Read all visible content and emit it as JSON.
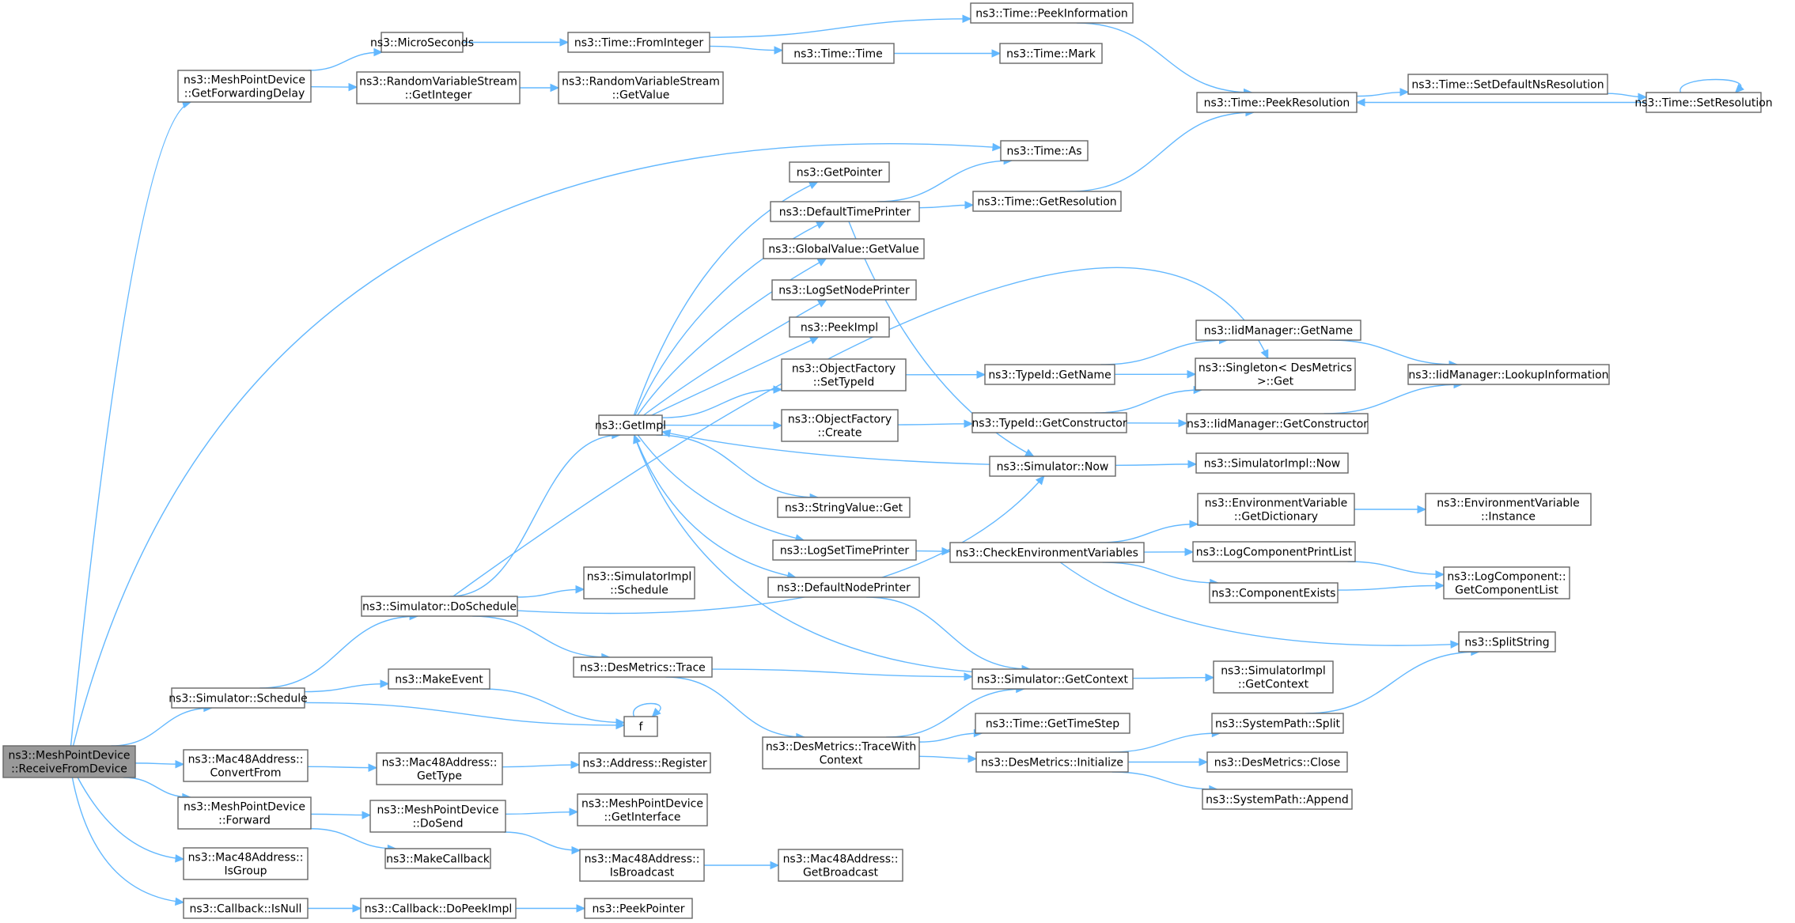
{
  "graph": {
    "colors": {
      "edge": "#63b8ff",
      "node_border": "#666666",
      "node_fill": "#ffffff",
      "root_fill": "#999999"
    },
    "nodes": [
      {
        "id": "n0",
        "lines": [
          "ns3::MeshPointDevice",
          "::ReceiveFromDevice"
        ],
        "root": true
      },
      {
        "id": "n1",
        "lines": [
          "ns3::MeshPointDevice",
          "::GetForwardingDelay"
        ]
      },
      {
        "id": "n2",
        "lines": [
          "ns3::MicroSeconds"
        ]
      },
      {
        "id": "n3",
        "lines": [
          "ns3::Time::FromInteger"
        ]
      },
      {
        "id": "n4",
        "lines": [
          "ns3::Time::PeekInformation"
        ]
      },
      {
        "id": "n5",
        "lines": [
          "ns3::Time::Time"
        ]
      },
      {
        "id": "n6",
        "lines": [
          "ns3::Time::Mark"
        ]
      },
      {
        "id": "n7",
        "lines": [
          "ns3::Time::PeekResolution"
        ]
      },
      {
        "id": "n8",
        "lines": [
          "ns3::Time::SetDefaultNsResolution"
        ]
      },
      {
        "id": "n9",
        "lines": [
          "ns3::Time::SetResolution"
        ]
      },
      {
        "id": "n10",
        "lines": [
          "ns3::RandomVariableStream",
          "::GetInteger"
        ]
      },
      {
        "id": "n11",
        "lines": [
          "ns3::RandomVariableStream",
          "::GetValue"
        ]
      },
      {
        "id": "n12",
        "lines": [
          "ns3::Time::As"
        ]
      },
      {
        "id": "n13",
        "lines": [
          "ns3::GetPointer"
        ]
      },
      {
        "id": "n14",
        "lines": [
          "ns3::DefaultTimePrinter"
        ]
      },
      {
        "id": "n15",
        "lines": [
          "ns3::Time::GetResolution"
        ]
      },
      {
        "id": "n16",
        "lines": [
          "ns3::GlobalValue::GetValue"
        ]
      },
      {
        "id": "n17",
        "lines": [
          "ns3::LogSetNodePrinter"
        ]
      },
      {
        "id": "n18",
        "lines": [
          "ns3::PeekImpl"
        ]
      },
      {
        "id": "n19",
        "lines": [
          "ns3::ObjectFactory",
          "::SetTypeId"
        ]
      },
      {
        "id": "n20",
        "lines": [
          "ns3::TypeId::GetName"
        ]
      },
      {
        "id": "n21",
        "lines": [
          "ns3::IidManager::GetName"
        ]
      },
      {
        "id": "n22",
        "lines": [
          "ns3::Singleton< DesMetrics",
          ">::Get"
        ]
      },
      {
        "id": "n23",
        "lines": [
          "ns3::IidManager::LookupInformation"
        ]
      },
      {
        "id": "n24",
        "lines": [
          "ns3::GetImpl"
        ]
      },
      {
        "id": "n25",
        "lines": [
          "ns3::ObjectFactory",
          "::Create"
        ]
      },
      {
        "id": "n26",
        "lines": [
          "ns3::TypeId::GetConstructor"
        ]
      },
      {
        "id": "n27",
        "lines": [
          "ns3::IidManager::GetConstructor"
        ]
      },
      {
        "id": "n28",
        "lines": [
          "ns3::Simulator::Now"
        ]
      },
      {
        "id": "n29",
        "lines": [
          "ns3::SimulatorImpl::Now"
        ]
      },
      {
        "id": "n30",
        "lines": [
          "ns3::StringValue::Get"
        ]
      },
      {
        "id": "n31",
        "lines": [
          "ns3::EnvironmentVariable",
          "::GetDictionary"
        ]
      },
      {
        "id": "n32",
        "lines": [
          "ns3::EnvironmentVariable",
          "::Instance"
        ]
      },
      {
        "id": "n33",
        "lines": [
          "ns3::LogSetTimePrinter"
        ]
      },
      {
        "id": "n34",
        "lines": [
          "ns3::CheckEnvironmentVariables"
        ]
      },
      {
        "id": "n35",
        "lines": [
          "ns3::LogComponentPrintList"
        ]
      },
      {
        "id": "n36",
        "lines": [
          "ns3::LogComponent::",
          "GetComponentList"
        ]
      },
      {
        "id": "n37",
        "lines": [
          "ns3::ComponentExists"
        ]
      },
      {
        "id": "n38",
        "lines": [
          "ns3::DefaultNodePrinter"
        ]
      },
      {
        "id": "n39",
        "lines": [
          "ns3::Simulator::DoSchedule"
        ]
      },
      {
        "id": "n40",
        "lines": [
          "ns3::SimulatorImpl",
          "::Schedule"
        ]
      },
      {
        "id": "n41",
        "lines": [
          "ns3::SplitString"
        ]
      },
      {
        "id": "n42",
        "lines": [
          "ns3::DesMetrics::Trace"
        ]
      },
      {
        "id": "n43",
        "lines": [
          "ns3::Simulator::GetContext"
        ]
      },
      {
        "id": "n44",
        "lines": [
          "ns3::SimulatorImpl",
          "::GetContext"
        ]
      },
      {
        "id": "n45",
        "lines": [
          "ns3::Simulator::Schedule"
        ]
      },
      {
        "id": "n46",
        "lines": [
          "ns3::MakeEvent"
        ]
      },
      {
        "id": "n47",
        "lines": [
          "f"
        ]
      },
      {
        "id": "n48",
        "lines": [
          "ns3::SystemPath::Split"
        ]
      },
      {
        "id": "n49",
        "lines": [
          "ns3::Time::GetTimeStep"
        ]
      },
      {
        "id": "n50",
        "lines": [
          "ns3::DesMetrics::TraceWith",
          "Context"
        ]
      },
      {
        "id": "n51",
        "lines": [
          "ns3::DesMetrics::Initialize"
        ]
      },
      {
        "id": "n52",
        "lines": [
          "ns3::DesMetrics::Close"
        ]
      },
      {
        "id": "n53",
        "lines": [
          "ns3::Mac48Address::",
          "ConvertFrom"
        ]
      },
      {
        "id": "n54",
        "lines": [
          "ns3::Mac48Address::",
          "GetType"
        ]
      },
      {
        "id": "n55",
        "lines": [
          "ns3::Address::Register"
        ]
      },
      {
        "id": "n56",
        "lines": [
          "ns3::SystemPath::Append"
        ]
      },
      {
        "id": "n57",
        "lines": [
          "ns3::MeshPointDevice",
          "::Forward"
        ]
      },
      {
        "id": "n58",
        "lines": [
          "ns3::MeshPointDevice",
          "::DoSend"
        ]
      },
      {
        "id": "n59",
        "lines": [
          "ns3::MeshPointDevice",
          "::GetInterface"
        ]
      },
      {
        "id": "n60",
        "lines": [
          "ns3::MakeCallback"
        ]
      },
      {
        "id": "n61",
        "lines": [
          "ns3::Mac48Address::",
          "IsBroadcast"
        ]
      },
      {
        "id": "n62",
        "lines": [
          "ns3::Mac48Address::",
          "GetBroadcast"
        ]
      },
      {
        "id": "n63",
        "lines": [
          "ns3::Mac48Address::",
          "IsGroup"
        ]
      },
      {
        "id": "n64",
        "lines": [
          "ns3::Callback::IsNull"
        ]
      },
      {
        "id": "n65",
        "lines": [
          "ns3::Callback::DoPeekImpl"
        ]
      },
      {
        "id": "n66",
        "lines": [
          "ns3::PeekPointer"
        ]
      }
    ],
    "edges": [
      [
        "n0",
        "n1"
      ],
      [
        "n0",
        "n12"
      ],
      [
        "n0",
        "n45"
      ],
      [
        "n0",
        "n53"
      ],
      [
        "n0",
        "n57"
      ],
      [
        "n0",
        "n63"
      ],
      [
        "n0",
        "n64"
      ],
      [
        "n1",
        "n2"
      ],
      [
        "n1",
        "n10"
      ],
      [
        "n2",
        "n3"
      ],
      [
        "n3",
        "n4"
      ],
      [
        "n3",
        "n5"
      ],
      [
        "n5",
        "n6"
      ],
      [
        "n4",
        "n7"
      ],
      [
        "n7",
        "n8"
      ],
      [
        "n8",
        "n9"
      ],
      [
        "n9",
        "n7"
      ],
      [
        "n9",
        "n9"
      ],
      [
        "n10",
        "n11"
      ],
      [
        "n14",
        "n12"
      ],
      [
        "n14",
        "n15"
      ],
      [
        "n14",
        "n28"
      ],
      [
        "n15",
        "n7"
      ],
      [
        "n24",
        "n13"
      ],
      [
        "n24",
        "n14"
      ],
      [
        "n24",
        "n16"
      ],
      [
        "n24",
        "n17"
      ],
      [
        "n24",
        "n18"
      ],
      [
        "n24",
        "n19"
      ],
      [
        "n24",
        "n25"
      ],
      [
        "n24",
        "n30"
      ],
      [
        "n24",
        "n33"
      ],
      [
        "n24",
        "n38"
      ],
      [
        "n19",
        "n20"
      ],
      [
        "n20",
        "n21"
      ],
      [
        "n20",
        "n22"
      ],
      [
        "n21",
        "n23"
      ],
      [
        "n25",
        "n26"
      ],
      [
        "n26",
        "n22"
      ],
      [
        "n26",
        "n27"
      ],
      [
        "n27",
        "n23"
      ],
      [
        "n28",
        "n24"
      ],
      [
        "n28",
        "n29"
      ],
      [
        "n33",
        "n34"
      ],
      [
        "n34",
        "n31"
      ],
      [
        "n34",
        "n35"
      ],
      [
        "n34",
        "n37"
      ],
      [
        "n34",
        "n41"
      ],
      [
        "n31",
        "n32"
      ],
      [
        "n35",
        "n36"
      ],
      [
        "n37",
        "n36"
      ],
      [
        "n38",
        "n43"
      ],
      [
        "n39",
        "n22"
      ],
      [
        "n39",
        "n24"
      ],
      [
        "n39",
        "n40"
      ],
      [
        "n39",
        "n28"
      ],
      [
        "n39",
        "n42"
      ],
      [
        "n42",
        "n43"
      ],
      [
        "n42",
        "n50"
      ],
      [
        "n43",
        "n24"
      ],
      [
        "n43",
        "n44"
      ],
      [
        "n45",
        "n39"
      ],
      [
        "n45",
        "n46"
      ],
      [
        "n45",
        "n47"
      ],
      [
        "n46",
        "n47"
      ],
      [
        "n47",
        "n47"
      ],
      [
        "n50",
        "n43"
      ],
      [
        "n50",
        "n49"
      ],
      [
        "n50",
        "n51"
      ],
      [
        "n51",
        "n48"
      ],
      [
        "n51",
        "n52"
      ],
      [
        "n51",
        "n56"
      ],
      [
        "n48",
        "n41"
      ],
      [
        "n53",
        "n54"
      ],
      [
        "n54",
        "n55"
      ],
      [
        "n57",
        "n58"
      ],
      [
        "n57",
        "n60"
      ],
      [
        "n58",
        "n59"
      ],
      [
        "n58",
        "n61"
      ],
      [
        "n61",
        "n62"
      ],
      [
        "n64",
        "n65"
      ],
      [
        "n65",
        "n66"
      ]
    ]
  }
}
